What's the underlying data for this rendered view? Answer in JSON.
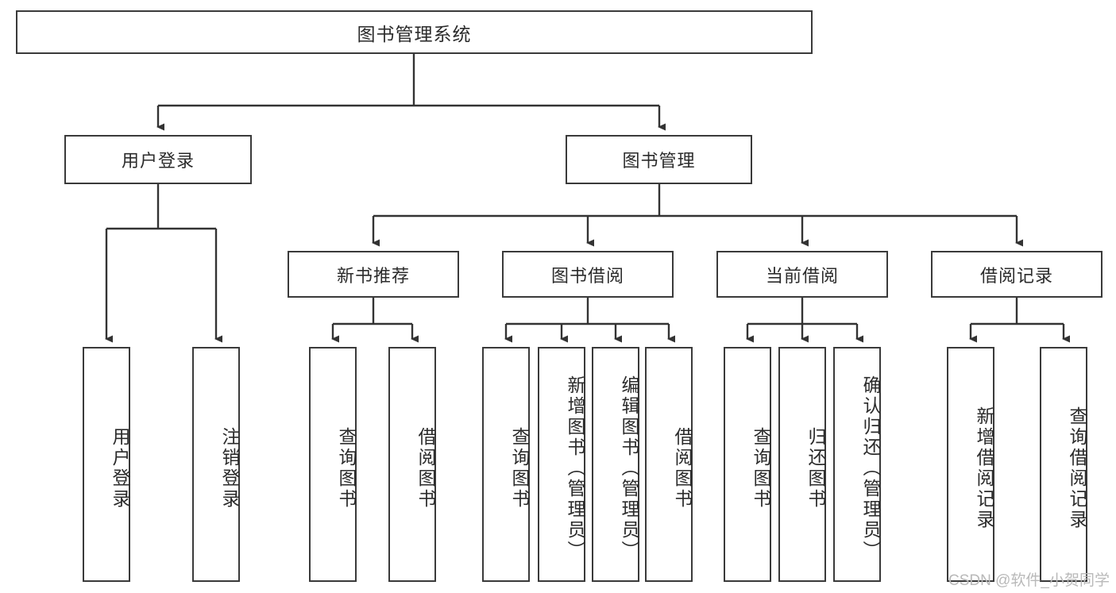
{
  "diagram": {
    "type": "tree-hierarchy",
    "title": "图书管理系统",
    "root": {
      "label": "图书管理系统"
    },
    "level2": [
      {
        "label": "用户登录"
      },
      {
        "label": "图书管理"
      }
    ],
    "level3": [
      {
        "label": "新书推荐"
      },
      {
        "label": "图书借阅"
      },
      {
        "label": "当前借阅"
      },
      {
        "label": "借阅记录"
      }
    ],
    "leaves": {
      "user_login": [
        {
          "label": "用户登录"
        },
        {
          "label": "注销登录"
        }
      ],
      "new_book_recommend": [
        {
          "label": "查询图书"
        },
        {
          "label": "借阅图书"
        }
      ],
      "book_borrow": [
        {
          "label": "查询图书"
        },
        {
          "label": "新增图书（管理员）"
        },
        {
          "label": "编辑图书（管理员）"
        },
        {
          "label": "借阅图书"
        }
      ],
      "current_borrow": [
        {
          "label": "查询图书"
        },
        {
          "label": "归还图书"
        },
        {
          "label": "确认归还（管理员）"
        }
      ],
      "borrow_record": [
        {
          "label": "新增借阅记录"
        },
        {
          "label": "查询借阅记录"
        }
      ]
    }
  },
  "watermark": {
    "text": "CSDN @软件_小贺同学"
  },
  "colors": {
    "box_border": "#3a3a3a",
    "box_fill": "#ffffff",
    "line": "#333333",
    "text": "#2b2b2b",
    "watermark": "#b9b9b9"
  }
}
